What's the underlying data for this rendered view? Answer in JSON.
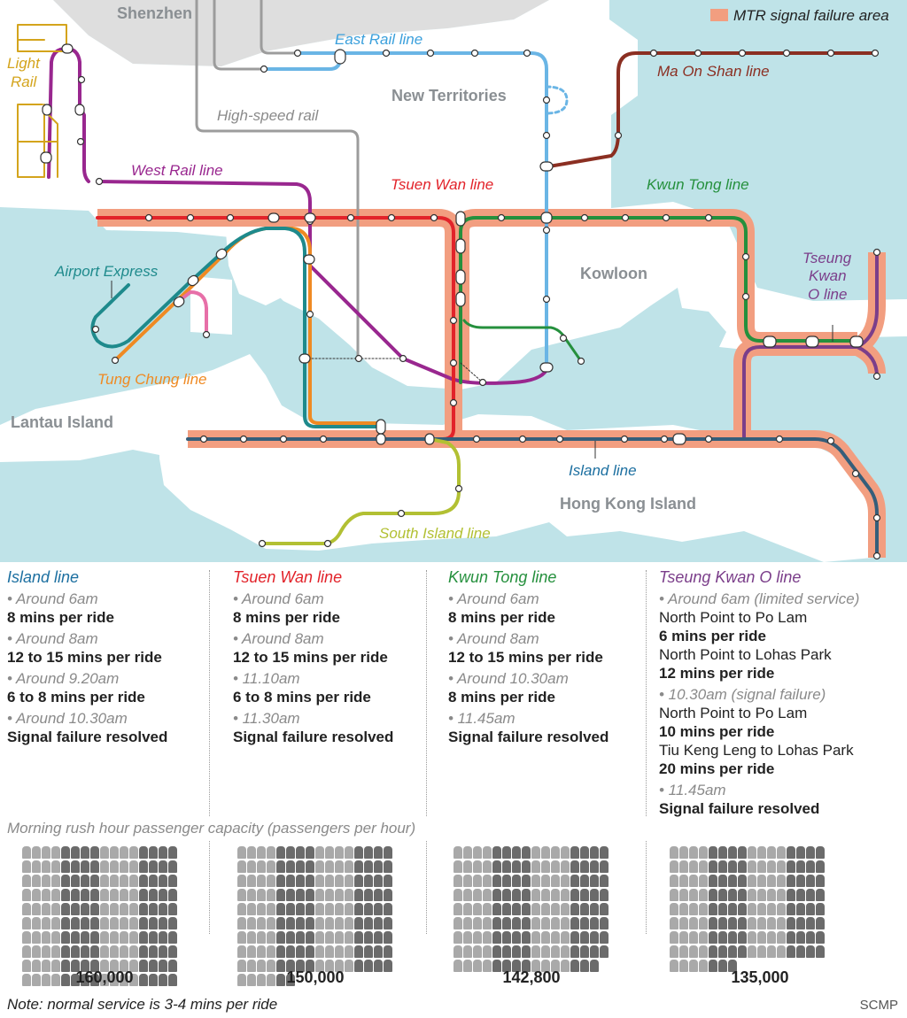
{
  "legend": {
    "label": "MTR signal failure area",
    "color": "#f29e80"
  },
  "colors": {
    "water": "#bfe3e8",
    "land": "#ffffff",
    "shenzhen": "#dedede",
    "island": "#355e7a",
    "tsuen_wan": "#e2232a",
    "kwun_tong": "#25903d",
    "tko": "#7b3e8a",
    "east_rail": "#6ab5e5",
    "ma_on_shan": "#8b2f22",
    "west_rail": "#99278f",
    "airport": "#1e8a8c",
    "tung_chung": "#ef8a23",
    "south_island": "#b2c033",
    "light_rail": "#d4a41c",
    "hsr": "#9c9c9c",
    "disney": "#e76fa8"
  },
  "map_labels": {
    "shenzhen": "Shenzhen",
    "new_territories": "New Territories",
    "kowloon": "Kowloon",
    "lantau": "Lantau Island",
    "hk_island": "Hong Kong Island",
    "east_rail": "East Rail line",
    "ma_on_shan": "Ma On Shan line",
    "hsr": "High-speed rail",
    "west_rail": "West Rail line",
    "tsuen_wan": "Tsuen Wan line",
    "kwun_tong": "Kwun Tong line",
    "tko1": "Tseung",
    "tko2": "Kwan",
    "tko3": "O line",
    "airport": "Airport Express",
    "tung_chung": "Tung Chung line",
    "island": "Island line",
    "south_island": "South Island line",
    "light_rail1": "Light",
    "light_rail2": "Rail"
  },
  "columns": [
    {
      "title": "Island line",
      "color": "#1c6fa0",
      "entries": [
        {
          "time": "Around 6am",
          "lines": [
            {
              "t": "8 mins per ride",
              "b": true
            }
          ]
        },
        {
          "time": "Around 8am",
          "lines": [
            {
              "t": "12 to 15 mins per ride",
              "b": true
            }
          ]
        },
        {
          "time": "Around 9.20am",
          "lines": [
            {
              "t": "6 to 8 mins per ride",
              "b": true
            }
          ]
        },
        {
          "time": "Around 10.30am",
          "lines": [
            {
              "t": "Signal failure resolved",
              "b": true
            }
          ]
        }
      ]
    },
    {
      "title": "Tsuen Wan line",
      "color": "#e2232a",
      "entries": [
        {
          "time": "Around 6am",
          "lines": [
            {
              "t": "8 mins per ride",
              "b": true
            }
          ]
        },
        {
          "time": "Around 8am",
          "lines": [
            {
              "t": "12 to 15 mins per ride",
              "b": true
            }
          ]
        },
        {
          "time": "11.10am",
          "lines": [
            {
              "t": "6 to 8 mins per ride",
              "b": true
            }
          ]
        },
        {
          "time": "11.30am",
          "lines": [
            {
              "t": "Signal failure resolved",
              "b": true
            }
          ]
        }
      ]
    },
    {
      "title": "Kwun Tong line",
      "color": "#25903d",
      "entries": [
        {
          "time": "Around 6am",
          "lines": [
            {
              "t": "8 mins per ride",
              "b": true
            }
          ]
        },
        {
          "time": "Around 8am",
          "lines": [
            {
              "t": "12 to 15 mins per ride",
              "b": true
            }
          ]
        },
        {
          "time": "Around 10.30am",
          "lines": [
            {
              "t": "8 mins per ride",
              "b": true
            }
          ]
        },
        {
          "time": "11.45am",
          "lines": [
            {
              "t": "Signal failure resolved",
              "b": true
            }
          ]
        }
      ]
    },
    {
      "title": "Tseung Kwan O line",
      "color": "#7b3e8a",
      "entries": [
        {
          "time": "Around 6am (limited service)",
          "lines": [
            {
              "t": "North Point to Po Lam",
              "b": false
            },
            {
              "t": "6 mins per ride",
              "b": true
            },
            {
              "t": "North Point to Lohas Park",
              "b": false
            },
            {
              "t": "12 mins per ride",
              "b": true
            }
          ]
        },
        {
          "time": "10.30am (signal failure)",
          "lines": [
            {
              "t": "North Point to Po Lam",
              "b": false
            },
            {
              "t": "10 mins per ride",
              "b": true
            },
            {
              "t": "Tiu Keng Leng to Lohas Park",
              "b": false
            },
            {
              "t": "20 mins per ride",
              "b": true
            }
          ]
        },
        {
          "time": "11.45am",
          "lines": [
            {
              "t": "Signal failure resolved",
              "b": true
            }
          ]
        }
      ]
    }
  ],
  "capacity": {
    "title": "Morning rush hour passenger capacity (passengers per hour)",
    "items": [
      {
        "line": "Island line",
        "value": 160000,
        "label": "160,000"
      },
      {
        "line": "Tsuen Wan line",
        "value": 150000,
        "label": "150,000"
      },
      {
        "line": "Kwun Tong line",
        "value": 142800,
        "label": "142,800"
      },
      {
        "line": "Tseung Kwan O line",
        "value": 135000,
        "label": "135,000"
      }
    ]
  },
  "note": "Note: normal service is 3-4 mins per ride",
  "source": "SCMP"
}
